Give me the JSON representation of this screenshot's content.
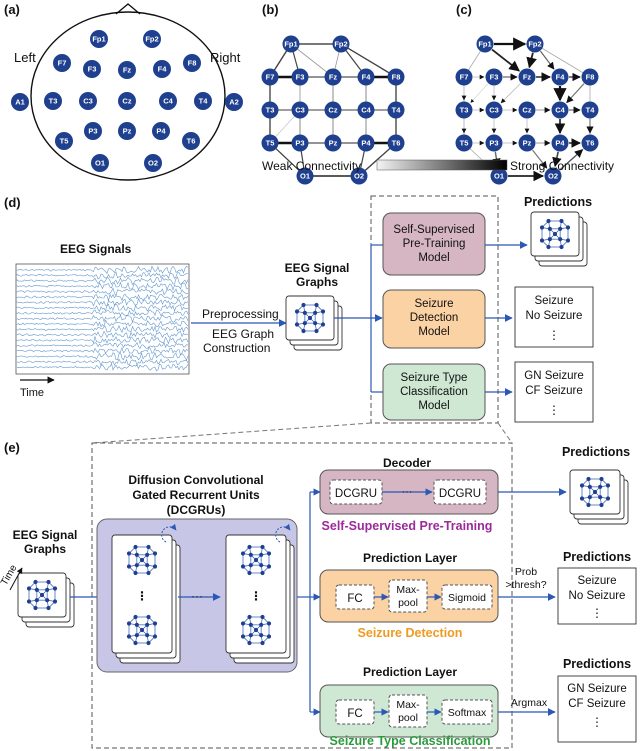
{
  "panels": {
    "a": "(a)",
    "b": "(b)",
    "c": "(c)",
    "d": "(d)",
    "e": "(e)"
  },
  "panel_a": {
    "left": "Left",
    "right": "Right",
    "electrodes": [
      "Fp1",
      "Fp2",
      "F7",
      "F3",
      "Fz",
      "F4",
      "F8",
      "A1",
      "T3",
      "C3",
      "Cz",
      "C4",
      "T4",
      "A2",
      "T5",
      "P3",
      "Pz",
      "P4",
      "T6",
      "O1",
      "O2"
    ]
  },
  "connectivity_scale": {
    "weak": "Weak Connectivity",
    "strong": "Strong Connectivity"
  },
  "panel_d": {
    "eeg_signals": "EEG Signals",
    "time": "Time",
    "preprocessing": "Preprocessing",
    "graph_construction_line1": "EEG Graph",
    "graph_construction_line2": "Construction",
    "graphs_line1": "EEG Signal",
    "graphs_line2": "Graphs",
    "models": [
      {
        "line1": "Self-Supervised",
        "line2": "Pre-Training",
        "line3": "Model"
      },
      {
        "line1": "Seizure",
        "line2": "Detection",
        "line3": "Model"
      },
      {
        "line1": "Seizure Type",
        "line2": "Classification",
        "line3": "Model"
      }
    ],
    "predictions": "Predictions",
    "detection_outputs": [
      "Seizure",
      "No Seizure",
      "⋮"
    ],
    "classification_outputs": [
      "GN Seizure",
      "CF Seizure",
      "⋮"
    ]
  },
  "panel_e": {
    "graphs_line1": "EEG Signal",
    "graphs_line2": "Graphs",
    "time": "Time",
    "dcgru_title_line1": "Diffusion Convolutional",
    "dcgru_title_line2": "Gated Recurrent Units",
    "dcgru_title_line3": "(DCGRUs)",
    "ellipsis": "···",
    "vertical_dots": "⋮",
    "decoder": "Decoder",
    "dcgru_block": "DCGRU",
    "self_supervised": "Self-Supervised Pre-Training",
    "prediction_layer": "Prediction Layer",
    "fc": "FC",
    "maxpool_line1": "Max-",
    "maxpool_line2": "pool",
    "sigmoid": "Sigmoid",
    "softmax": "Softmax",
    "seizure_detection": "Seizure Detection",
    "seizure_type_classification": "Seizure Type Classification",
    "prob_line1": "Prob",
    "prob_line2": ">thresh?",
    "argmax": "Argmax",
    "predictions": "Predictions",
    "detection_outputs": [
      "Seizure",
      "No Seizure",
      "⋮"
    ],
    "classification_outputs": [
      "GN Seizure",
      "CF Seizure",
      "⋮"
    ]
  },
  "colors": {
    "node": "#1f3f8f",
    "arrow": "#2b57b5",
    "pretrain_fill": "#d7b6c4",
    "detect_fill": "#fad2a4",
    "classify_fill": "#cfe8d4",
    "dcgru_panel": "#c7c6e6",
    "pretrain_text": "#9b2a9b",
    "detect_text": "#ee9b22",
    "classify_text": "#2a9b3c",
    "eeg_trace": "#4a86c5"
  }
}
